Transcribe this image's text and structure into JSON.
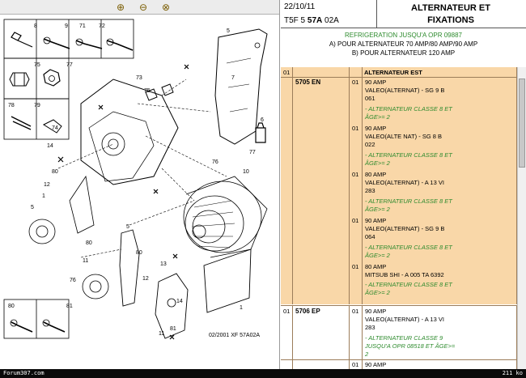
{
  "toolbar": {
    "zoom_in_icon": "zoom-in-icon",
    "zoom_out_icon": "zoom-out-icon",
    "zoom_reset_icon": "zoom-fit-icon"
  },
  "header": {
    "date": "22/10/11",
    "code_prefix": "T5F 5",
    "code_bold": "57A",
    "code_suffix": "02A",
    "title_line1": "ALTERNATEUR ET",
    "title_line2": "FIXATIONS"
  },
  "refrigeration": {
    "title": "REFRIGERATION JUSQU'A OPR 09887",
    "line_a": "A) POUR ALTERNATEUR 70 AMP/80 AMP/90 AMP",
    "line_b": "B) POUR ALTERNATEUR 120 AMP"
  },
  "diagram": {
    "reference": "02/2001 XF 57A02A",
    "callouts": [
      "8",
      "9",
      "71",
      "72",
      "73",
      "74",
      "75",
      "76",
      "77",
      "78",
      "79",
      "80",
      "81",
      "5",
      "6",
      "7",
      "10",
      "11",
      "12",
      "13",
      "14",
      "1",
      "73",
      "77",
      "74",
      "80",
      "12",
      "5",
      "80",
      "11",
      "76",
      "80",
      "13",
      "81"
    ]
  },
  "parts": {
    "group1": {
      "num": "01",
      "ref": "5705 EN",
      "title": "ALTERNATEUR EST",
      "items": [
        {
          "qty": "01",
          "lines": [
            "90 AMP",
            "VALEO(ALTERNAT) - SG 9 B",
            "061"
          ],
          "notes": [
            "- ALTERNATEUR CLASSE 8 ET",
            "ÂGE>= 2"
          ]
        },
        {
          "qty": "01",
          "lines": [
            "90 AMP",
            "VALEO(ALTE NAT) - SG 8 B",
            "022"
          ],
          "notes": [
            "- ALTERNATEUR CLASSE 8 ET",
            "ÂGE>= 2"
          ]
        },
        {
          "qty": "01",
          "lines": [
            "80 AMP",
            "VALEO(ALTERNAT) - A 13 VI",
            "283"
          ],
          "notes": [
            "- ALTERNATEUR CLASSE 8 ET",
            "ÂGE>= 2"
          ]
        },
        {
          "qty": "01",
          "lines": [
            "90 AMP",
            "VALEO(ALTERNAT) - SG 9 B",
            "064"
          ],
          "notes": [
            "- ALTERNATEUR CLASSE 8 ET",
            "ÂGE>= 2"
          ]
        },
        {
          "qty": "01",
          "lines": [
            "80 AMP",
            "MITSUB SHI - A 005 TA 6392"
          ],
          "notes": [
            "- ALTERNATEUR CLASSE 8 ET",
            "ÂGE>= 2"
          ]
        }
      ]
    },
    "group2": {
      "num": "01",
      "ref": "5706 EP",
      "items": [
        {
          "qty": "01",
          "lines": [
            "90 AMP",
            "VALEO(ALTERNAT) - A 13 VI",
            "283"
          ],
          "notes": [
            "- ALTERNATEUR CLASSE 9",
            "JUSQU'A OPR 08518 ET ÂGE>=",
            "2"
          ]
        },
        {
          "qty": "01",
          "lines": [
            "90 AMP"
          ],
          "notes": []
        }
      ]
    }
  },
  "status": {
    "left": "Forum307.com",
    "right": "211 ko"
  }
}
